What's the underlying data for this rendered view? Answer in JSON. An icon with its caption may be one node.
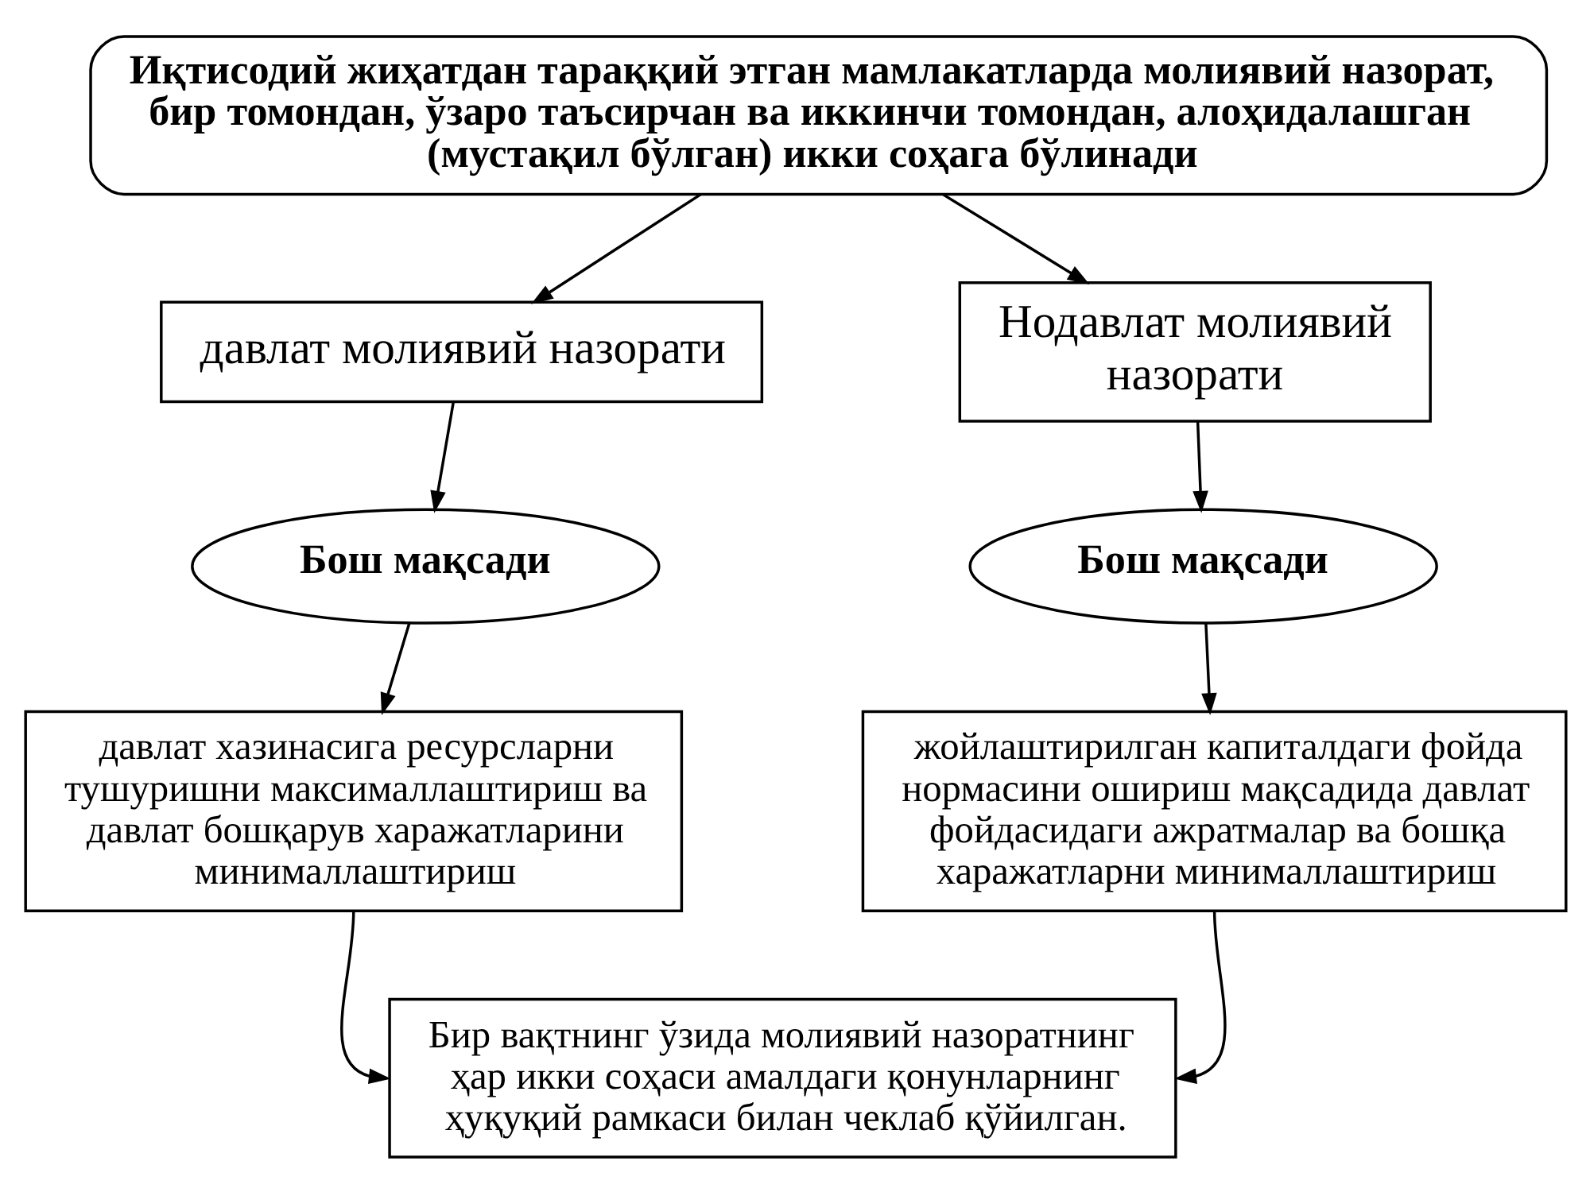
{
  "diagram": {
    "nodes": [
      {
        "text": [
          "Иқтисодий жиҳатдан тараққий этган мамлакатларда молиявий назорат, бир томондан, ўзаро таъсирчан ва иккинчи томондан, алоҳидалашган (мустақил бўлган) икки соҳага бўлинади"
        ]
      },
      {
        "text": [
          "давлат молиявий назорати"
        ]
      },
      {
        "text": [
          "Нодавлат молиявий назорати"
        ]
      },
      {
        "text": [
          "Бош мақсади"
        ]
      },
      {
        "text": [
          "Бош мақсади"
        ]
      },
      {
        "text": [
          "давлат хазинасига ресурсларни тушуришни максималлаштириш ва давлат бошқарув харажатларини минималлаштириш"
        ]
      },
      {
        "text": [
          "жойлаштирилган капиталдаги фойда нормасини ошириш мақсадида давлат фойдасидаги ажратмалар ва бошқа харажатларни минималлаштириш"
        ]
      },
      {
        "text": [
          "Бир вақтнинг ўзида молиявий назоратнинг ҳар икки соҳаси амалдаги қонунларнинг ҳуқуқий рамкаси билан чеклаб қўйилган."
        ]
      }
    ],
    "edges": [
      {
        "from": 0,
        "to": 1,
        "arrow": "to"
      },
      {
        "from": 0,
        "to": 2,
        "arrow": "to"
      },
      {
        "from": 1,
        "to": 3,
        "arrow": "to"
      },
      {
        "from": 2,
        "to": 4,
        "arrow": "to"
      },
      {
        "from": 3,
        "to": 5,
        "arrow": "to"
      },
      {
        "from": 4,
        "to": 6,
        "arrow": "to"
      },
      {
        "from": 5,
        "to": 7,
        "arrow": "to"
      },
      {
        "from": 6,
        "to": 7,
        "arrow": "to"
      }
    ]
  }
}
